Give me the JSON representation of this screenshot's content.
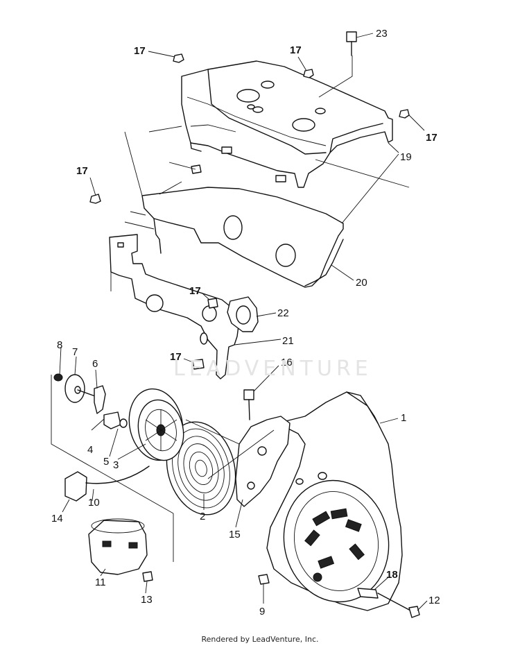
{
  "callouts": [
    {
      "id": "1",
      "label": "1"
    },
    {
      "id": "2",
      "label": "2"
    },
    {
      "id": "3",
      "label": "3"
    },
    {
      "id": "4",
      "label": "4"
    },
    {
      "id": "5",
      "label": "5"
    },
    {
      "id": "6",
      "label": "6"
    },
    {
      "id": "7",
      "label": "7"
    },
    {
      "id": "8",
      "label": "8"
    },
    {
      "id": "9",
      "label": "9"
    },
    {
      "id": "10",
      "label": "10"
    },
    {
      "id": "11",
      "label": "11"
    },
    {
      "id": "12",
      "label": "12"
    },
    {
      "id": "13",
      "label": "13"
    },
    {
      "id": "14",
      "label": "14"
    },
    {
      "id": "15",
      "label": "15"
    },
    {
      "id": "16",
      "label": "16"
    },
    {
      "id": "17",
      "label": "17"
    },
    {
      "id": "18",
      "label": "18"
    },
    {
      "id": "19",
      "label": "19"
    },
    {
      "id": "20",
      "label": "20"
    },
    {
      "id": "21",
      "label": "21"
    },
    {
      "id": "22",
      "label": "22"
    },
    {
      "id": "23",
      "label": "23"
    }
  ],
  "watermark": "LEADVENTURE",
  "footer": "Rendered by LeadVenture, Inc."
}
